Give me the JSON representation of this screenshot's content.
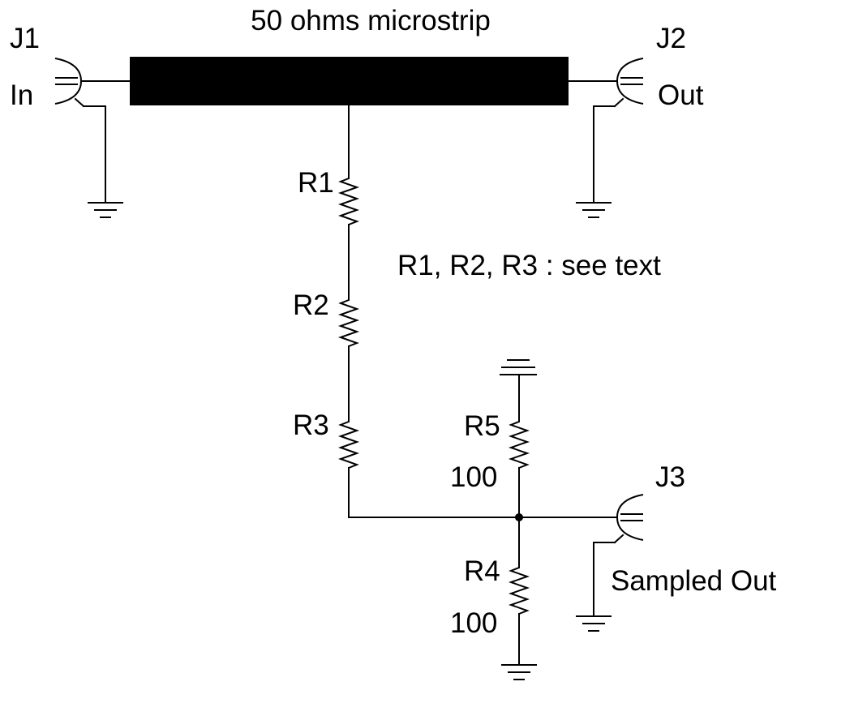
{
  "title": "50 ohms microstrip",
  "connectors": {
    "j1": {
      "ref": "J1",
      "label": "In"
    },
    "j2": {
      "ref": "J2",
      "label": "Out"
    },
    "j3": {
      "ref": "J3",
      "label": "Sampled Out"
    }
  },
  "resistors": {
    "r1": {
      "ref": "R1"
    },
    "r2": {
      "ref": "R2"
    },
    "r3": {
      "ref": "R3"
    },
    "r4": {
      "ref": "R4",
      "value": "100"
    },
    "r5": {
      "ref": "R5",
      "value": "100"
    }
  },
  "note": "R1, R2, R3 : see text",
  "colors": {
    "ink": "#000000",
    "background": "#ffffff"
  }
}
